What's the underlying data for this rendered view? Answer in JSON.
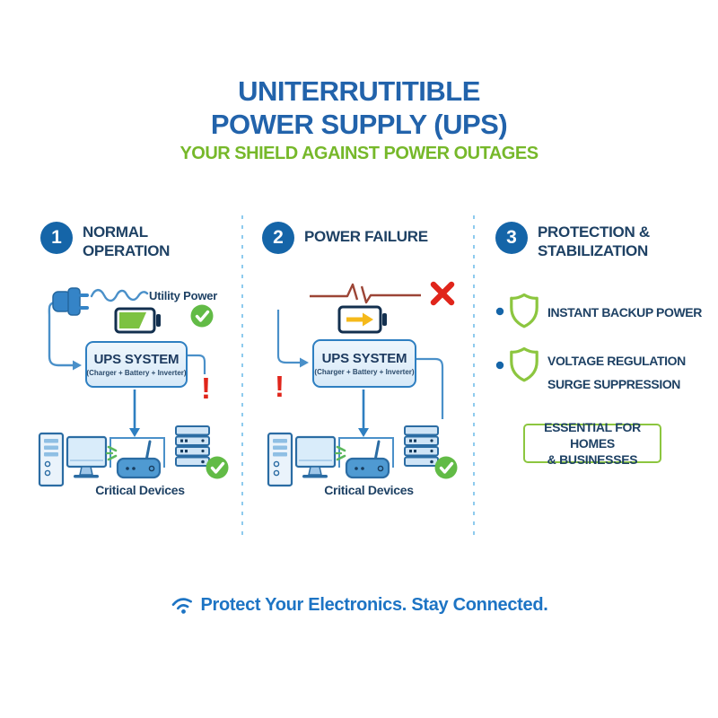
{
  "header": {
    "title_line1": "UNITERRUTITIBLE",
    "title_line2": "POWER SUPPLY (UPS)",
    "subtitle": "YOUR SHIELD AGAINST POWER OUTAGES"
  },
  "steps": [
    {
      "number": "1",
      "title_line1": "NORMAL",
      "title_line2": "OPERATION"
    },
    {
      "number": "2",
      "title_line1": "POWER FAILURE",
      "title_line2": ""
    },
    {
      "number": "3",
      "title_line1": "PROTECTION &",
      "title_line2": "STABILIZATION"
    }
  ],
  "normal_operation": {
    "utility_label": "Utility Power",
    "ups_title": "UPS SYSTEM",
    "ups_subtitle": "(Charger + Battery + Inverter)",
    "devices_label": "Critical Devices"
  },
  "power_failure": {
    "ups_title": "UPS SYSTEM",
    "ups_subtitle": "(Charger + Battery + Inverter)",
    "devices_label": "Critical Devices"
  },
  "protection": {
    "bullet1": "INSTANT BACKUP POWER",
    "bullet2_line1": "VOLTAGE REGULATION",
    "bullet2_line2": "SURGE SUPPRESSION",
    "box_line1": "ESSENTIAL FOR HOMES",
    "box_line2": "& BUSINESSES"
  },
  "footer": {
    "tagline": "Protect Your Electronics. Stay Connected."
  },
  "icons": {
    "exclamation": "!"
  },
  "colors": {
    "title_blue": "#2263ab",
    "navy": "#1e4164",
    "subtitle_green": "#76b82a",
    "badge_blue": "#1565a8",
    "line_blue": "#4a90c9",
    "alert_red": "#e0251b",
    "shield_green": "#8cc63f",
    "battery_green": "#7dc242",
    "check_green": "#62bb46",
    "wire_maroon": "#9c4536",
    "arrow_yellow": "#f5b91a"
  }
}
